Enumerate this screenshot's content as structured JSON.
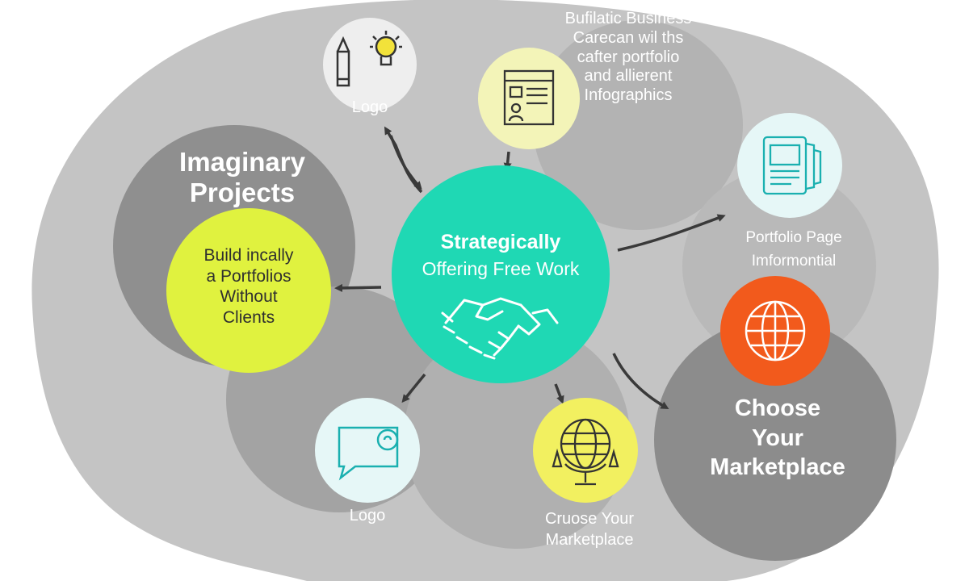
{
  "colors": {
    "background": "#ffffff",
    "blob_light": "#bdbdbd",
    "blob_mid": "#a9a9a9",
    "blob_dark": "#8f8f8f",
    "center": "#1fd8b4",
    "lime": "#e0f23f",
    "yellow": "#f2f060",
    "pale_yellow": "#f3f4b8",
    "pale_teal": "#e6f7f7",
    "pale_gray": "#eeeeee",
    "orange": "#f25a1c",
    "arrow": "#3a3a3a"
  },
  "center": {
    "title": "Strategically",
    "subtitle": "Offering Free Work",
    "icon": "handshake-icon"
  },
  "imaginary": {
    "heading": "Imaginary\nProjects",
    "body": "Build incally\na Portfolios\nWithout\nClients"
  },
  "logo_top": {
    "label": "Logo",
    "icons": [
      "pencil-icon",
      "lightbulb-icon"
    ]
  },
  "business_top": {
    "text": "Bufilatic Business\nCarecan wil ths\ncafter portfolio\nand allierent\nInfographics",
    "icon": "layout-icon"
  },
  "portfolio_right": {
    "label": "Portfolio Page\nImformontial",
    "icon": "tablet-icon"
  },
  "globe_right": {
    "icon": "globe-icon"
  },
  "marketplace_right": {
    "label": "Choose\nYour\nMarketplace"
  },
  "logo_bottom": {
    "label": "Logo",
    "icon": "chat-bubble-icon"
  },
  "marketplace_bottom": {
    "label": "Cruose Your\nMarketplace",
    "icon": "globe-stand-icon"
  }
}
